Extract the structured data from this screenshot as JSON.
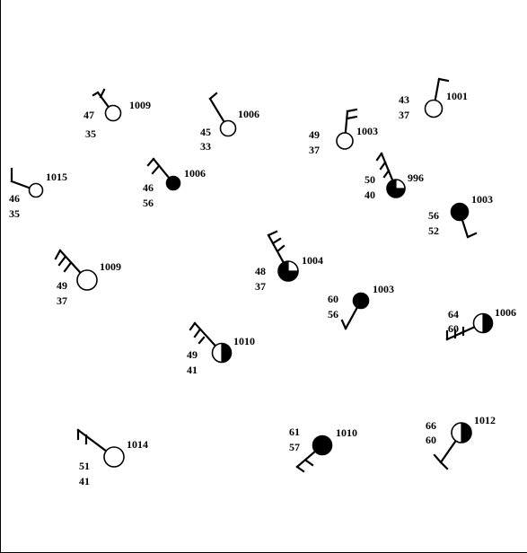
{
  "map": {
    "stations": [
      {
        "id": "s01",
        "temperature": "47",
        "dewpoint": "35",
        "pressure": "1009",
        "cloud_cover": "clear"
      },
      {
        "id": "s02",
        "temperature": "45",
        "dewpoint": "33",
        "pressure": "1006",
        "cloud_cover": "clear"
      },
      {
        "id": "s03",
        "temperature": "49",
        "dewpoint": "37",
        "pressure": "1003",
        "cloud_cover": "clear"
      },
      {
        "id": "s04",
        "temperature": "43",
        "dewpoint": "37",
        "pressure": "1001",
        "cloud_cover": "clear"
      },
      {
        "id": "s05",
        "temperature": "46",
        "dewpoint": "35",
        "pressure": "1015",
        "cloud_cover": "clear"
      },
      {
        "id": "s06",
        "temperature": "46",
        "dewpoint": "56",
        "pressure": "1006",
        "cloud_cover": "overcast"
      },
      {
        "id": "s07",
        "temperature": "50",
        "dewpoint": "40",
        "pressure": "996",
        "cloud_cover": "three-quarters"
      },
      {
        "id": "s08",
        "temperature": "56",
        "dewpoint": "52",
        "pressure": "1003",
        "cloud_cover": "overcast"
      },
      {
        "id": "s09",
        "temperature": "49",
        "dewpoint": "37",
        "pressure": "1009",
        "cloud_cover": "clear"
      },
      {
        "id": "s10",
        "temperature": "48",
        "dewpoint": "37",
        "pressure": "1004",
        "cloud_cover": "three-quarters"
      },
      {
        "id": "s11",
        "temperature": "60",
        "dewpoint": "56",
        "pressure": "1003",
        "cloud_cover": "overcast"
      },
      {
        "id": "s12",
        "temperature": "64",
        "dewpoint": "60",
        "pressure": "1006",
        "cloud_cover": "half"
      },
      {
        "id": "s13",
        "temperature": "49",
        "dewpoint": "41",
        "pressure": "1010",
        "cloud_cover": "half"
      },
      {
        "id": "s14",
        "temperature": "51",
        "dewpoint": "41",
        "pressure": "1014",
        "cloud_cover": "clear"
      },
      {
        "id": "s15",
        "temperature": "61",
        "dewpoint": "57",
        "pressure": "1010",
        "cloud_cover": "overcast"
      },
      {
        "id": "s16",
        "temperature": "66",
        "dewpoint": "60",
        "pressure": "1012",
        "cloud_cover": "half"
      }
    ]
  }
}
